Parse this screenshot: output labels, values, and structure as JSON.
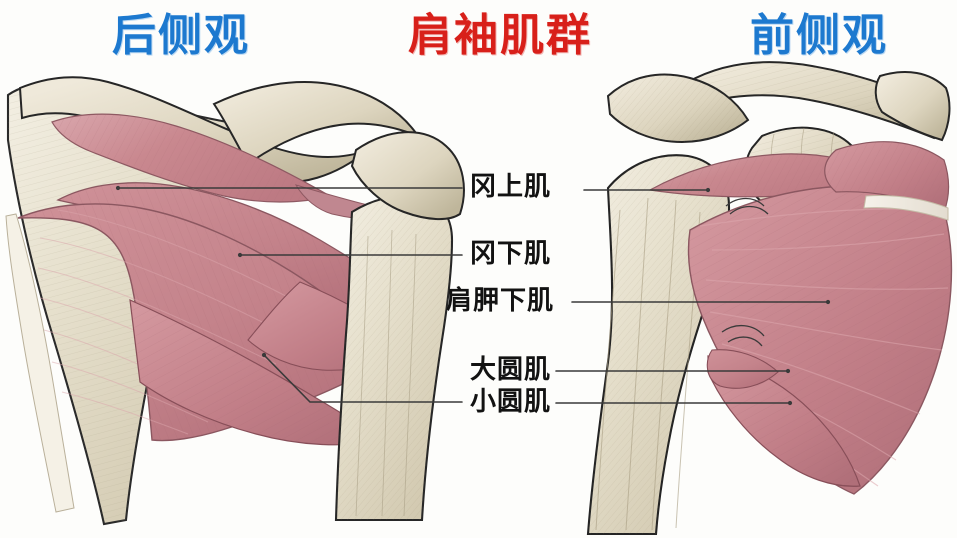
{
  "titles": {
    "posterior_view": "后侧观",
    "main": "肩袖肌群",
    "anterior_view": "前侧观"
  },
  "colors": {
    "title_blue": "#1d79cf",
    "title_red": "#d8201a",
    "muscle": "#c98a92",
    "muscle_light": "#d8a0a6",
    "muscle_dark": "#b3727c",
    "bone": "#e8e3d4",
    "bone_shadow": "#c9c0a8",
    "outline": "#1a1a1a",
    "leader_line": "#3a3a3a",
    "background": "#fdfdfb"
  },
  "labels": {
    "supraspinatus": "冈上肌",
    "infraspinatus": "冈下肌",
    "subscapularis": "肩胛下肌",
    "teres_major": "大圆肌",
    "teres_minor": "小圆肌"
  },
  "diagram": {
    "left_panel_name": "posterior-shoulder-illustration",
    "right_panel_name": "anterior-shoulder-illustration",
    "muscles_shown": [
      "冈上肌",
      "冈下肌",
      "肩胛下肌",
      "大圆肌",
      "小圆肌"
    ]
  }
}
